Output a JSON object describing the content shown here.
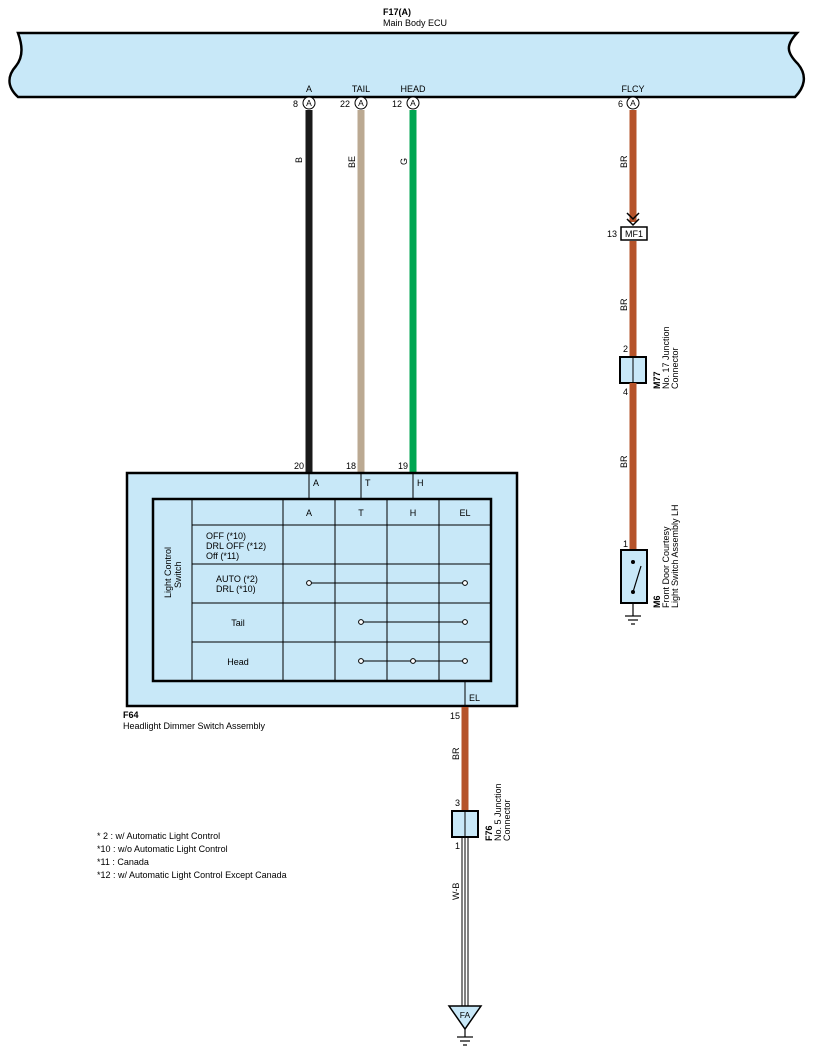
{
  "ecu": {
    "code": "F17(A)",
    "name": "Main Body ECU",
    "pins": [
      {
        "num": "8",
        "conn": "A",
        "name": "A"
      },
      {
        "num": "22",
        "conn": "A",
        "name": "TAIL"
      },
      {
        "num": "12",
        "conn": "A",
        "name": "HEAD"
      },
      {
        "num": "6",
        "conn": "A",
        "name": "FLCY"
      }
    ]
  },
  "wires": {
    "a_color": "B",
    "tail_color": "BE",
    "head_color": "G",
    "flcy_color_1": "BR",
    "flcy_color_2": "BR",
    "flcy_color_3": "BR",
    "el_color": "BR",
    "ground_color": "W-B"
  },
  "colors": {
    "ecu_fill": "#c8e8f8",
    "wire_b": "#1a1a1a",
    "wire_be": "#bba992",
    "wire_g": "#00a651",
    "wire_br": "#b5532a"
  },
  "mf1": {
    "pin": "13",
    "label": "MF1"
  },
  "m77": {
    "code": "M77",
    "name_1": "No. 17 Junction",
    "name_2": "Connector",
    "pin_top": "2",
    "pin_bottom": "4"
  },
  "m6": {
    "code": "M6",
    "name_1": "Front Door Courtesy",
    "name_2": "Light Switch Assembly LH",
    "pin": "1"
  },
  "switch_assembly": {
    "code": "F64",
    "name": "Headlight Dimmer Switch Assembly",
    "pin_a": "20",
    "pin_t": "18",
    "pin_h": "19",
    "pin_el": "15",
    "term_a": "A",
    "term_t": "T",
    "term_h": "H",
    "term_el": "EL"
  },
  "switch_table": {
    "side_label_1": "Light Control",
    "side_label_2": "Switch",
    "columns": [
      "A",
      "T",
      "H",
      "EL"
    ],
    "rows": [
      {
        "lines": [
          "OFF (*10)",
          "DRL OFF (*12)",
          "Off (*11)"
        ]
      },
      {
        "lines": [
          "AUTO (*2)",
          "DRL (*10)"
        ]
      },
      {
        "lines": [
          "Tail"
        ]
      },
      {
        "lines": [
          "Head"
        ]
      }
    ]
  },
  "f76": {
    "code": "F76",
    "name_1": "No. 5 Junction",
    "name_2": "Connector",
    "pin_top": "3",
    "pin_bottom": "1"
  },
  "ground": {
    "label": "FA"
  },
  "notes": [
    {
      "mark": "*",
      "text": " 2 : w/ Automatic Light Control"
    },
    {
      "mark": "*",
      "text": "10 : w/o Automatic Light Control"
    },
    {
      "mark": "*",
      "text": "11 : Canada"
    },
    {
      "mark": "*",
      "text": "12 : w/ Automatic Light Control Except Canada"
    }
  ]
}
